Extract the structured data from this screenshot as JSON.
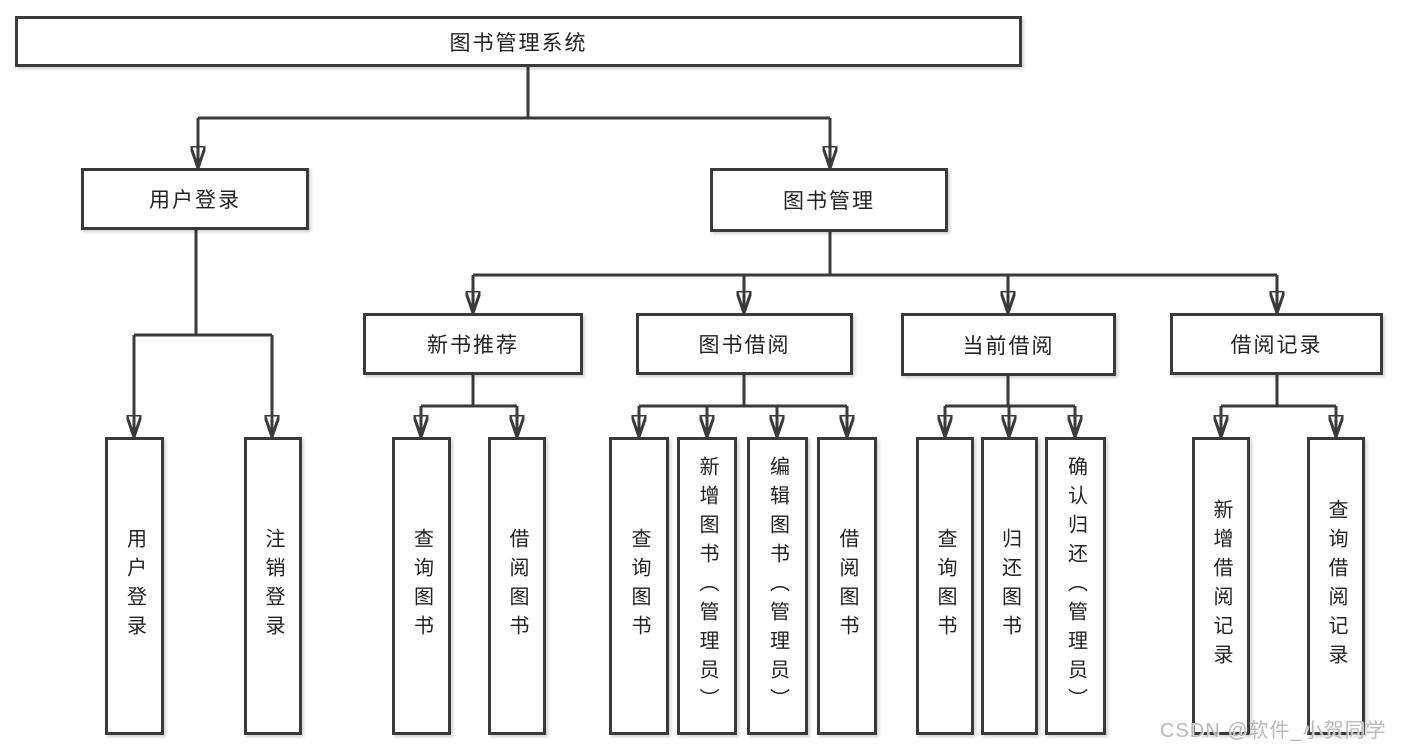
{
  "colors": {
    "line": "#3a3a3a",
    "text": "#222222",
    "watermark": "#b9b9b9",
    "background": "#ffffff"
  },
  "tree": {
    "root": {
      "label": "图书管理系统"
    },
    "children": [
      {
        "label": "用户登录",
        "children": [
          {
            "label": "用户登录"
          },
          {
            "label": "注销登录"
          }
        ]
      },
      {
        "label": "图书管理",
        "children": [
          {
            "label": "新书推荐",
            "children": [
              {
                "label": "查询图书"
              },
              {
                "label": "借阅图书"
              }
            ]
          },
          {
            "label": "图书借阅",
            "children": [
              {
                "label": "查询图书"
              },
              {
                "label": "新增图书（管理员）"
              },
              {
                "label": "编辑图书（管理员）"
              },
              {
                "label": "借阅图书"
              }
            ]
          },
          {
            "label": "当前借阅",
            "children": [
              {
                "label": "查询图书"
              },
              {
                "label": "归还图书"
              },
              {
                "label": "确认归还（管理员）"
              }
            ]
          },
          {
            "label": "借阅记录",
            "children": [
              {
                "label": "新增借阅记录"
              },
              {
                "label": "查询借阅记录"
              }
            ]
          }
        ]
      }
    ]
  },
  "watermark": {
    "text": "CSDN @软件_小贺同学"
  }
}
